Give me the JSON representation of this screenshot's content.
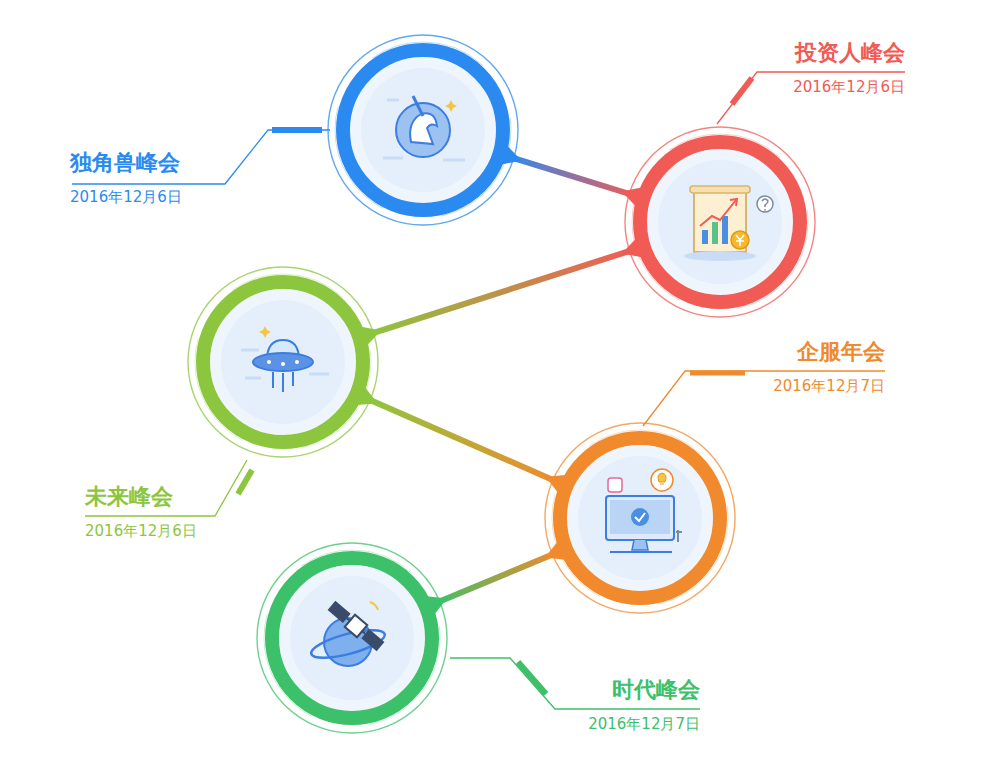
{
  "diagram": {
    "nodes": [
      {
        "text": [
          "独角兽峰会",
          "2016年12月6日"
        ]
      },
      {
        "text": [
          "投资人峰会",
          "2016年12月6日"
        ]
      },
      {
        "text": [
          "未来峰会",
          "2016年12月6日"
        ]
      },
      {
        "text": [
          "企服年会",
          "2016年12月7日"
        ]
      },
      {
        "text": [
          "时代峰会",
          "2016年12月7日"
        ]
      }
    ],
    "edges": [
      {
        "from": 0,
        "to": 1,
        "arrow": "none"
      },
      {
        "from": 1,
        "to": 2,
        "arrow": "none"
      },
      {
        "from": 2,
        "to": 3,
        "arrow": "none"
      },
      {
        "from": 3,
        "to": 4,
        "arrow": "none"
      }
    ]
  }
}
